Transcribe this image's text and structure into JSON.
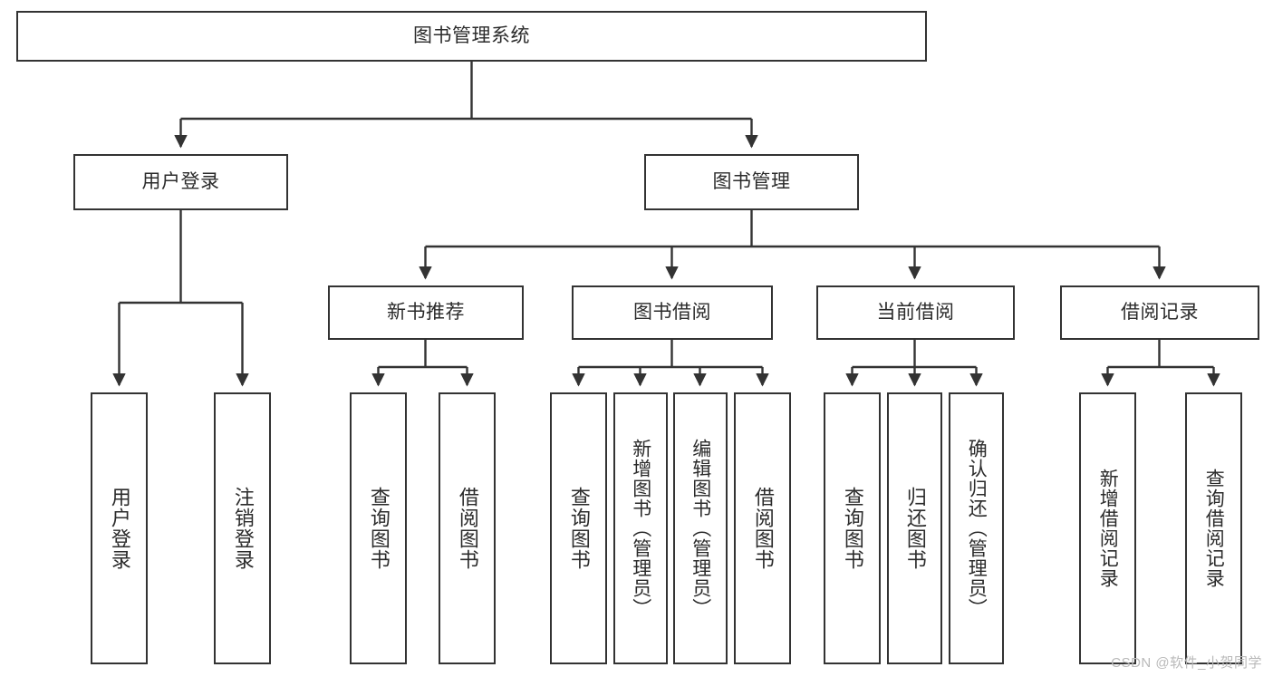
{
  "diagram": {
    "title": "图书管理系统",
    "type": "tree-hierarchy-diagram",
    "colors": {
      "box_border": "#333333",
      "box_fill": "#ffffff",
      "connector": "#333333",
      "text": "#2b2b2b",
      "watermark": "#b9b9b9",
      "background": "#ffffff"
    },
    "root": {
      "label": "图书管理系统"
    },
    "level2": [
      {
        "label": "用户登录"
      },
      {
        "label": "图书管理"
      }
    ],
    "level3": [
      {
        "label": "新书推荐"
      },
      {
        "label": "图书借阅"
      },
      {
        "label": "当前借阅"
      },
      {
        "label": "借阅记录"
      }
    ],
    "leaves": {
      "user_login": [
        {
          "label": "用户登录"
        },
        {
          "label": "注销登录"
        }
      ],
      "new_book_recommend": [
        {
          "label": "查询图书"
        },
        {
          "label": "借阅图书"
        }
      ],
      "book_borrow": [
        {
          "label": "查询图书"
        },
        {
          "label": "新增图书（管理员）"
        },
        {
          "label": "编辑图书（管理员）"
        },
        {
          "label": "借阅图书"
        }
      ],
      "current_borrow": [
        {
          "label": "查询图书"
        },
        {
          "label": "归还图书"
        },
        {
          "label": "确认归还（管理员）"
        }
      ],
      "borrow_record": [
        {
          "label": "新增借阅记录"
        },
        {
          "label": "查询借阅记录"
        }
      ]
    },
    "watermark": "CSDN @软件_小贺同学"
  }
}
